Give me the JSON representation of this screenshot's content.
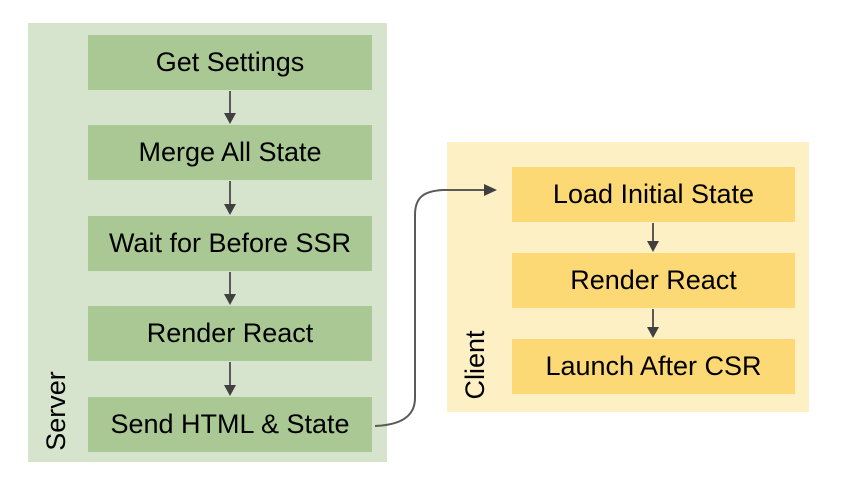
{
  "diagram": {
    "title": "",
    "server": {
      "label": "Server",
      "container_color": "#d7e4cd",
      "box_color": "#a9c894",
      "steps": [
        "Get Settings",
        "Merge All State",
        "Wait for Before SSR",
        "Render React",
        "Send HTML & State"
      ]
    },
    "client": {
      "label": "Client",
      "container_color": "#fcf0c4",
      "box_color": "#fcd975",
      "steps": [
        "Load Initial State",
        "Render React",
        "Launch After CSR"
      ]
    },
    "arrows": {
      "color": "#5a5a5a",
      "head_color": "#404040",
      "cross_lane_from": "Send HTML & State",
      "cross_lane_to": "Load Initial State"
    },
    "text_color": "#000000",
    "background_color": "#ffffff"
  }
}
